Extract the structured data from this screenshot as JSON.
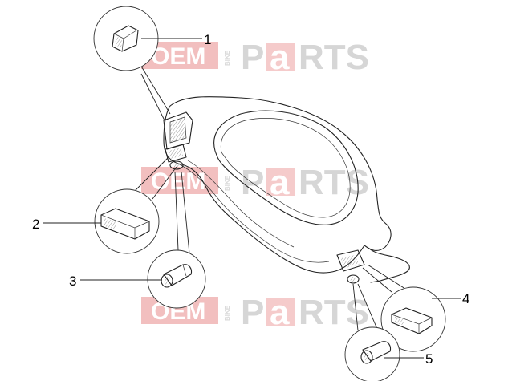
{
  "watermark": {
    "oem": "OEM",
    "bike": "BIKE",
    "p": "P",
    "a": "a",
    "rts": "RTS",
    "accent_color": "#e06666",
    "gray_color": "#d6d6d6"
  },
  "callouts": [
    {
      "number": "1",
      "part": "switch"
    },
    {
      "number": "2",
      "part": "switch"
    },
    {
      "number": "3",
      "part": "lock-barrel"
    },
    {
      "number": "4",
      "part": "switch"
    },
    {
      "number": "5",
      "part": "lock-barrel"
    }
  ]
}
